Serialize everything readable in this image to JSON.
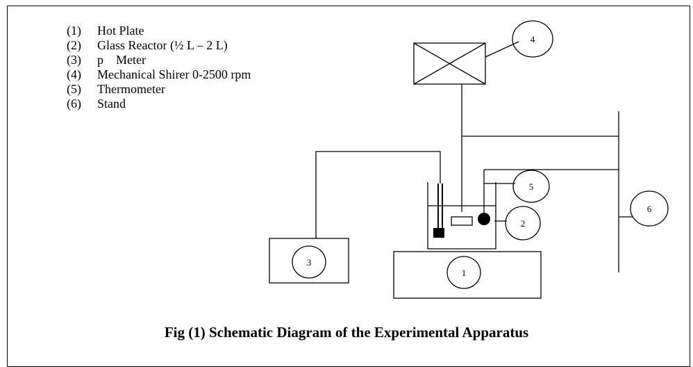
{
  "legend": {
    "items": [
      {
        "num": "(1)",
        "label": "Hot Plate"
      },
      {
        "num": "(2)",
        "label": "Glass Reactor (½ L – 2 L)"
      },
      {
        "num": "(3)",
        "label": "p    Meter"
      },
      {
        "num": "(4)",
        "label": "Mechanical Shirer 0-2500 rpm"
      },
      {
        "num": "(5)",
        "label": "Thermometer"
      },
      {
        "num": "(6)",
        "label": "Stand"
      }
    ]
  },
  "diagram": {
    "labels": {
      "hot_plate": "1",
      "glass_reactor": "2",
      "ph_meter": "3",
      "stirrer": "4",
      "thermometer": "5",
      "stand": "6"
    }
  },
  "caption": "Fig (1) Schematic Diagram of the Experimental Apparatus"
}
